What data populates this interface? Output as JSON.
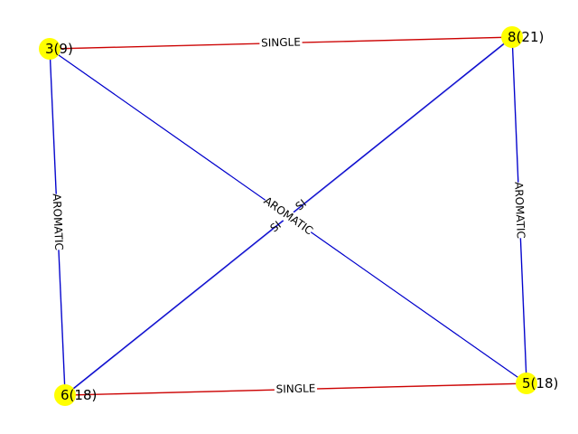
{
  "colors": {
    "background": "#ffffff",
    "node_fill": "#ffff00",
    "edge_single": "#cc0000",
    "edge_aromatic": "#0000cc",
    "label": "#000000"
  },
  "nodes": [
    {
      "id": "3",
      "label": "3(9)"
    },
    {
      "id": "8",
      "label": "8(21)"
    },
    {
      "id": "6",
      "label": "6(18)"
    },
    {
      "id": "5",
      "label": "5(18)"
    }
  ],
  "edges": [
    {
      "source": "3",
      "target": "8",
      "label": "SINGLE",
      "kind": "single"
    },
    {
      "source": "6",
      "target": "5",
      "label": "SINGLE",
      "kind": "single"
    },
    {
      "source": "3",
      "target": "6",
      "label": "AROMATIC",
      "kind": "aromatic"
    },
    {
      "source": "8",
      "target": "5",
      "label": "AROMATIC",
      "kind": "aromatic"
    },
    {
      "source": "3",
      "target": "5",
      "label": "AROMATIC",
      "kind": "aromatic"
    },
    {
      "source": "8",
      "target": "6",
      "label": "SI",
      "kind": "aromatic"
    }
  ]
}
